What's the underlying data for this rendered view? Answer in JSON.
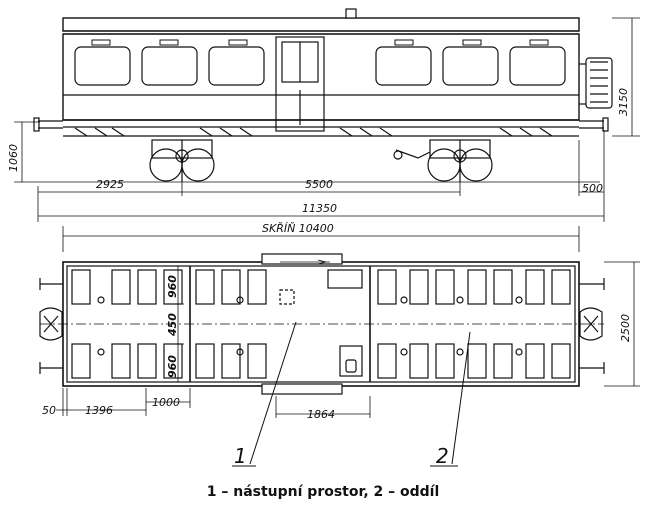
{
  "dimensions": {
    "height_body": "3150",
    "height_floor": "1060",
    "offset_left": "2925",
    "bogie_spacing": "5500",
    "overhang_right": "500",
    "total_length": "11350",
    "body_length_label": "SKŘÍŇ 10400",
    "width": "2500",
    "seat_upper": "960",
    "aisle": "450",
    "seat_lower": "960",
    "edge_offset": "50",
    "compartment_length": "1396",
    "door_width": "1000",
    "vestibule_length": "1864"
  },
  "callouts": {
    "one": "1",
    "two": "2"
  },
  "caption": "1 – nástupní prostor, 2 – oddíl"
}
